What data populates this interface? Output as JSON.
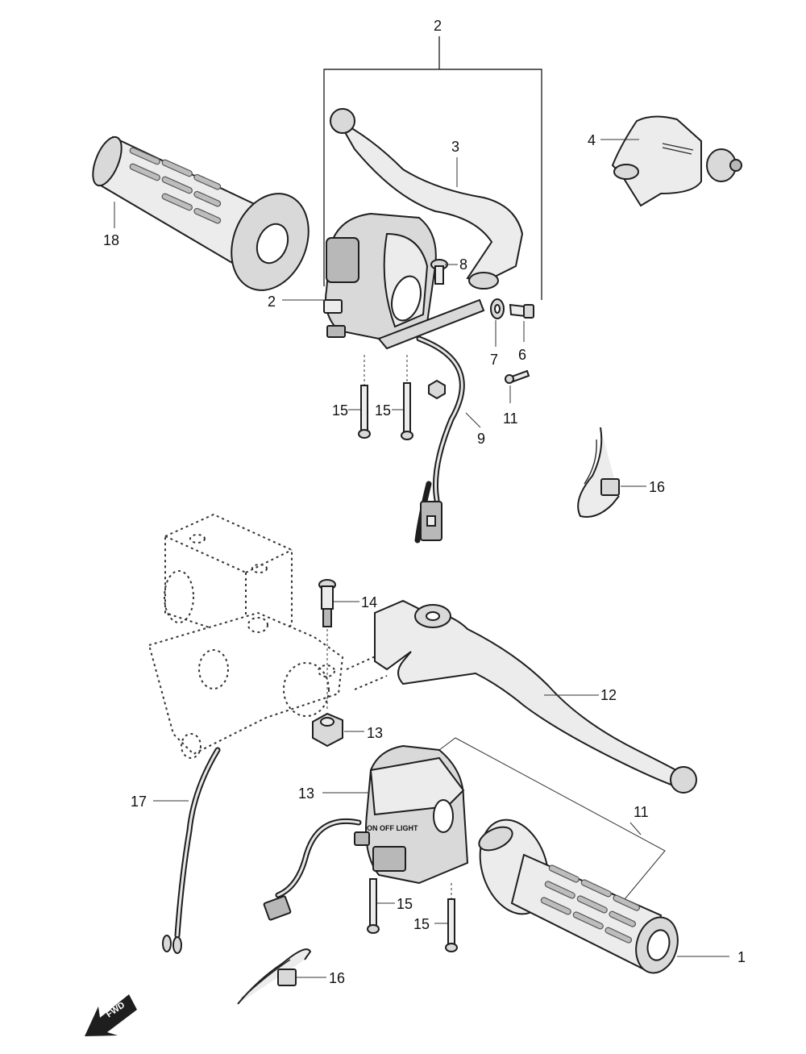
{
  "callouts": {
    "c2_top": "2",
    "c3": "3",
    "c4": "4",
    "c18": "18",
    "c8": "8",
    "c2_left": "2",
    "c7": "7",
    "c6": "6",
    "c15_a": "15",
    "c15_b": "15",
    "c11_top": "11",
    "c9": "9",
    "c16_top": "16",
    "c14": "14",
    "c12": "12",
    "c13_nut": "13",
    "c13_switch": "13",
    "c17": "17",
    "c11_bottom": "11",
    "c15_c": "15",
    "c15_d": "15",
    "c1": "1",
    "c16_bottom": "16"
  },
  "direction_arrow": {
    "label": "FWD",
    "icon": "fwd-arrow-icon"
  },
  "switch_text": {
    "lower_switch": "ON OFF LIGHT"
  }
}
